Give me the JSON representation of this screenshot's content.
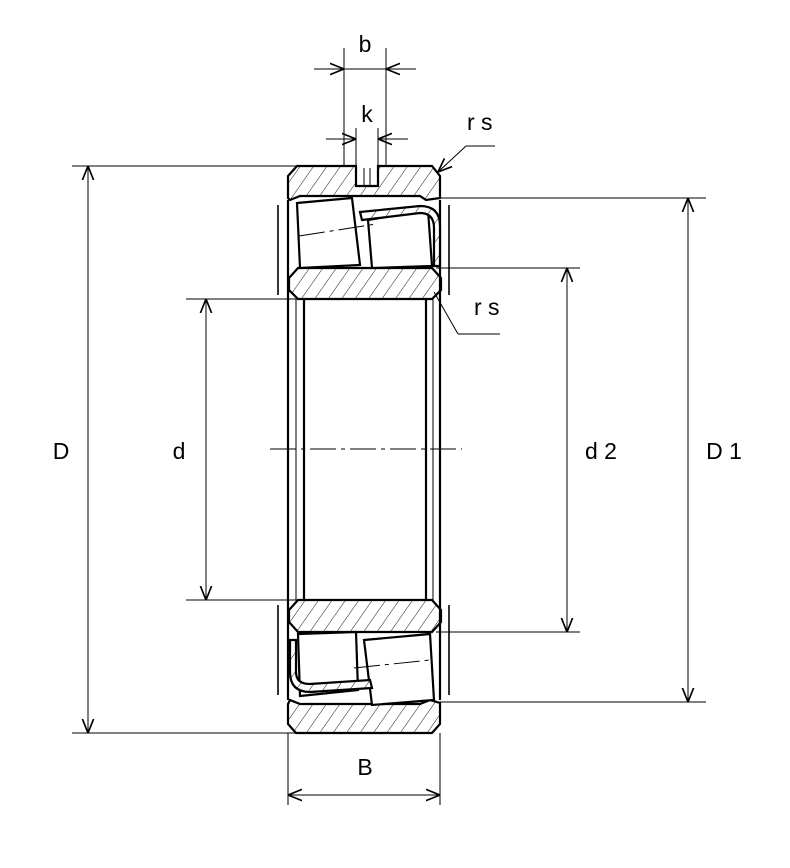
{
  "labels": {
    "b": "b",
    "k": "k",
    "rs_top": "r s",
    "rs_mid": "r s",
    "D": "D",
    "d": "d",
    "d2": "d 2",
    "D1": "D 1",
    "B": "B"
  },
  "colors": {
    "line": "#000000",
    "background": "#ffffff"
  }
}
